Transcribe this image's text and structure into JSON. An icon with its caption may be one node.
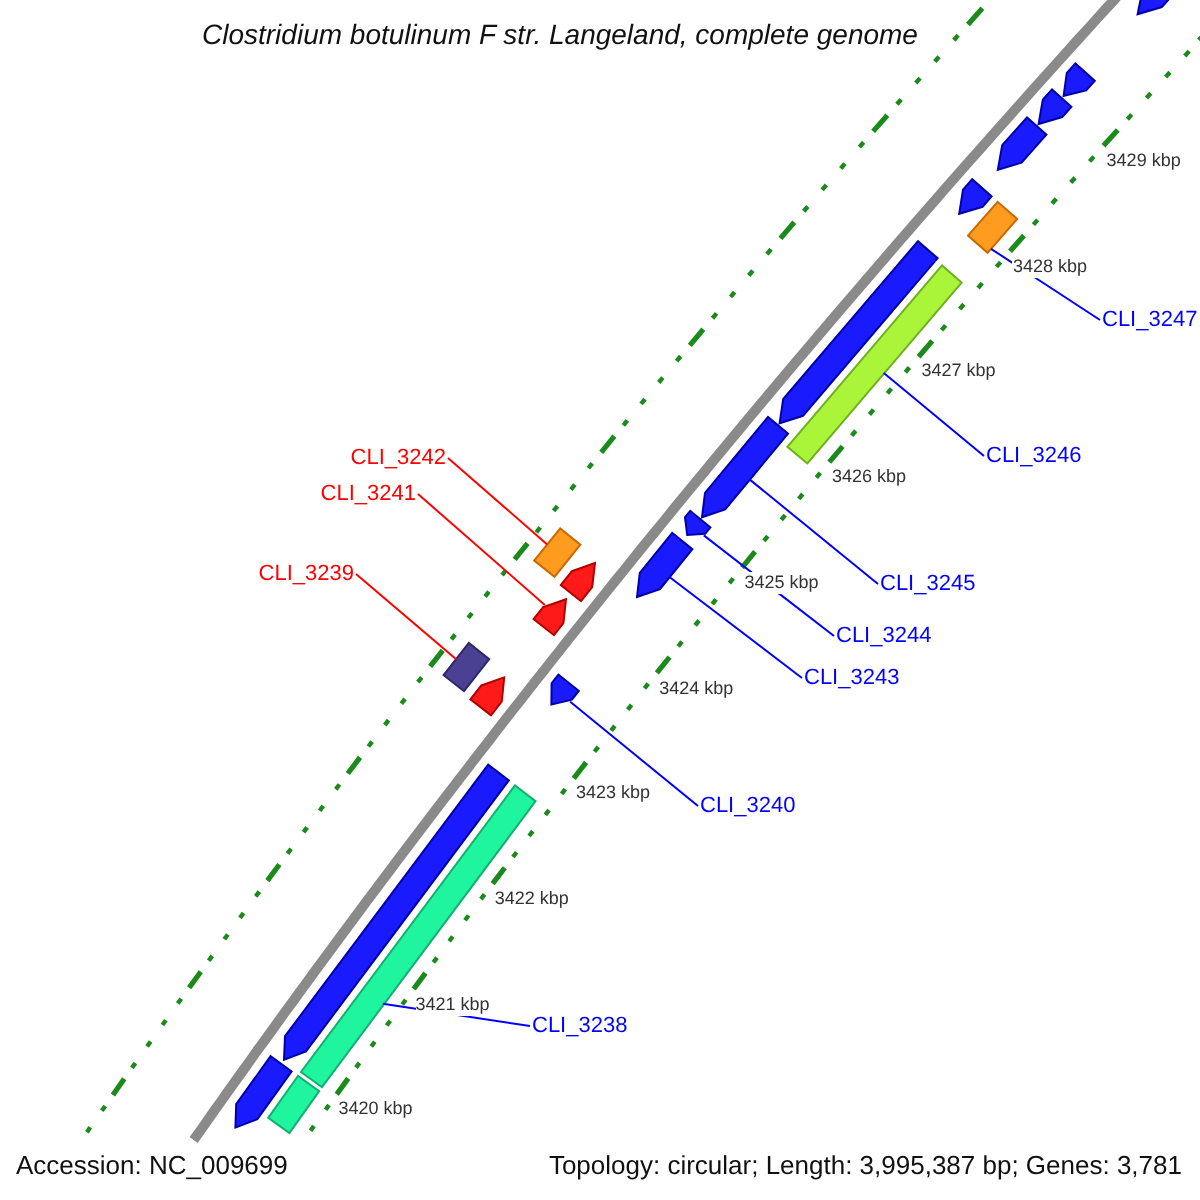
{
  "diagram": {
    "title": "Clostridium botulinum F str. Langeland, complete genome",
    "nodes": [
      {
        "text": [],
        "shape": "pentagon"
      },
      {
        "text": [],
        "shape": "pentagon"
      },
      {
        "text": [],
        "shape": "pentagon"
      },
      {
        "text": [],
        "shape": "pentagon"
      },
      {
        "text": [],
        "shape": "pentagon"
      },
      {
        "text": [],
        "shape": "box"
      },
      {
        "text": [],
        "shape": "pentagon"
      },
      {
        "text": [],
        "shape": "box"
      },
      {
        "text": [
          "CLI_3247"
        ]
      },
      {
        "text": [],
        "shape": "pentagon"
      },
      {
        "text": [
          "CLI_3246"
        ]
      },
      {
        "text": [
          "CLI_3242"
        ]
      },
      {
        "text": [],
        "shape": "pentagon"
      },
      {
        "text": [],
        "shape": "pentagon"
      },
      {
        "text": [
          "CLI_3241"
        ]
      },
      {
        "text": [],
        "shape": "box"
      },
      {
        "text": [],
        "shape": "pentagon"
      },
      {
        "text": [],
        "shape": "pentagon"
      },
      {
        "text": [
          "CLI_3239"
        ]
      },
      {
        "text": [
          "CLI_3245"
        ]
      },
      {
        "text": [
          "CLI_3244"
        ]
      },
      {
        "text": [],
        "shape": "pentagon"
      },
      {
        "text": [
          "CLI_3243"
        ]
      },
      {
        "text": [],
        "shape": "box"
      },
      {
        "text": [],
        "shape": "pentagon"
      },
      {
        "text": [],
        "shape": "pentagon"
      },
      {
        "text": [],
        "shape": "box"
      },
      {
        "text": [
          "CLI_3240"
        ]
      },
      {
        "text": [
          "CLI_3238"
        ]
      },
      {
        "text": [],
        "shape": "pentagon"
      },
      {
        "text": [],
        "shape": "box"
      }
    ],
    "edges": [
      {
        "from": 8,
        "to": 5,
        "arrow": "none"
      },
      {
        "from": 10,
        "to": 7,
        "arrow": "none"
      },
      {
        "from": 11,
        "to": 15,
        "arrow": "none",
        "color": "#ff0000"
      },
      {
        "from": 14,
        "to": 17,
        "arrow": "none",
        "color": "#ff0000"
      },
      {
        "from": 18,
        "to": 23,
        "arrow": "none",
        "color": "#ff0000"
      },
      {
        "from": 19,
        "to": 9,
        "arrow": "none"
      },
      {
        "from": 20,
        "to": 12,
        "arrow": "none"
      },
      {
        "from": 22,
        "to": 13,
        "arrow": "none"
      },
      {
        "from": 27,
        "to": 21,
        "arrow": "none"
      },
      {
        "from": 28,
        "to": 26,
        "arrow": "none"
      }
    ],
    "labels": [
      "3429 kbp",
      "3428 kbp",
      "3427 kbp",
      "3426 kbp",
      "3425 kbp",
      "3424 kbp",
      "3423 kbp",
      "3422 kbp",
      "3421 kbp",
      "3420 kbp",
      "Accession: NC_009699",
      "Topology: circular; Length: 3,995,387 bp; Genes: 3,781"
    ]
  }
}
